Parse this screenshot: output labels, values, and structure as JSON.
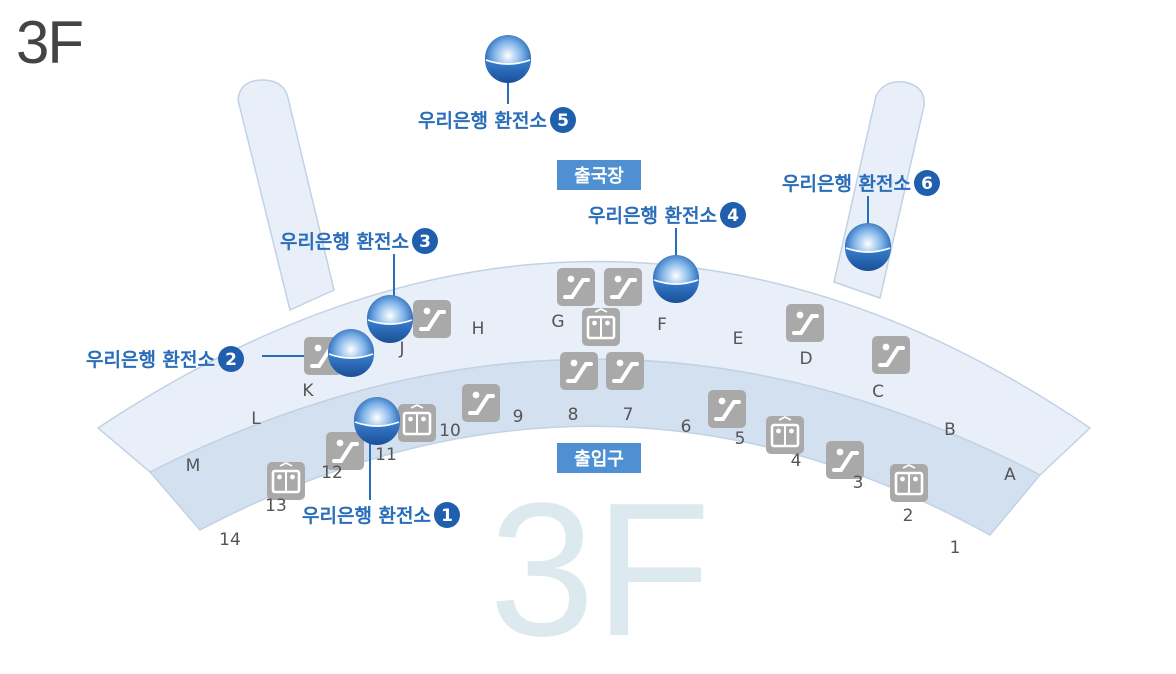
{
  "floor_label": "3F",
  "watermark": "3F",
  "zones": {
    "departure": "출국장",
    "entrance": "출입구"
  },
  "colors": {
    "outer_band": "#e8eff8",
    "inner_band": "#d3e0ef",
    "band_stroke": "#c2d2e5",
    "exchange_text": "#2a6db9",
    "badge": "#1f5fae",
    "zone_box": "#4e90d2",
    "icon_gray": "#a9a9a9",
    "watermark": "#dce9ee"
  },
  "exchanges": [
    {
      "label": "우리은행 환전소",
      "number": "1"
    },
    {
      "label": "우리은행 환전소",
      "number": "2"
    },
    {
      "label": "우리은행 환전소",
      "number": "3"
    },
    {
      "label": "우리은행 환전소",
      "number": "4"
    },
    {
      "label": "우리은행 환전소",
      "number": "5"
    },
    {
      "label": "우리은행 환전소",
      "number": "6"
    }
  ],
  "counters": [
    "A",
    "B",
    "C",
    "D",
    "E",
    "F",
    "G",
    "H",
    "J",
    "K",
    "L",
    "M"
  ],
  "gates": [
    "1",
    "2",
    "3",
    "4",
    "5",
    "6",
    "7",
    "8",
    "9",
    "10",
    "11",
    "12",
    "13",
    "14"
  ],
  "icons": {
    "escalator": "escalator-icon",
    "elevator": "elevator-icon",
    "exchange_marker": "exchange-marker-icon"
  }
}
